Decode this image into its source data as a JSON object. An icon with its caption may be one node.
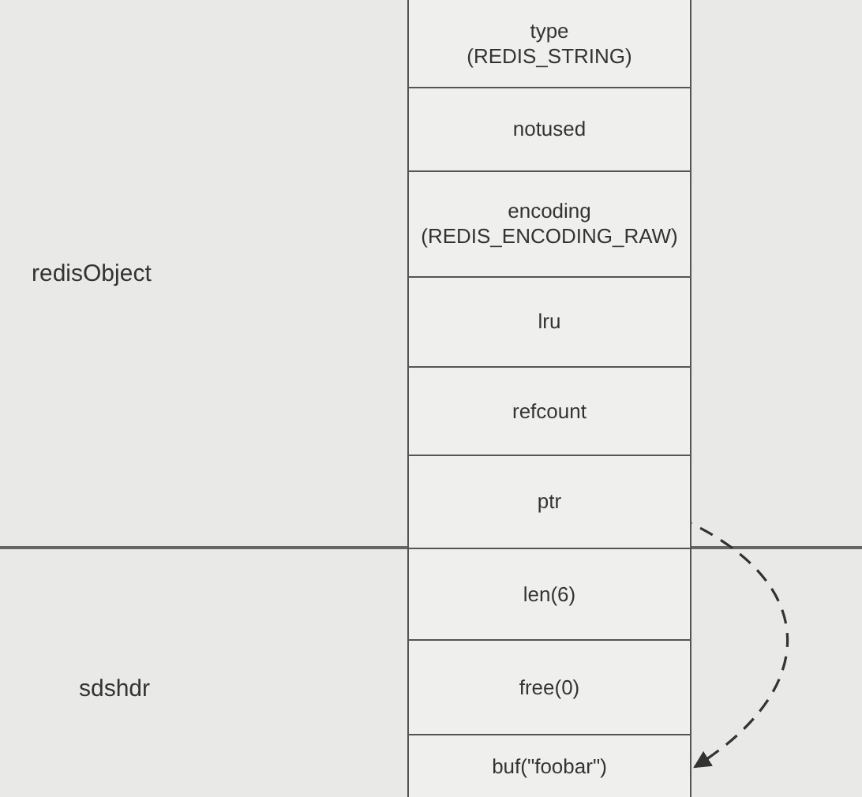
{
  "diagram": {
    "nodes": [
      {
        "text": [
          "type",
          "(REDIS_STRING)"
        ]
      },
      {
        "text": [
          "notused"
        ]
      },
      {
        "text": [
          "encoding",
          "(REDIS_ENCODING_RAW)"
        ]
      },
      {
        "text": [
          "lru"
        ]
      },
      {
        "text": [
          "refcount"
        ]
      },
      {
        "text": [
          "ptr"
        ]
      },
      {
        "text": [
          "len(6)"
        ]
      },
      {
        "text": [
          "free(0)"
        ]
      },
      {
        "text": [
          "buf(\"foobar\")"
        ]
      }
    ],
    "edges": [
      {
        "from": 5,
        "to": 8,
        "arrow": "to",
        "style": "dashed"
      }
    ],
    "labels": [
      "redisObject",
      "sdshdr"
    ]
  }
}
